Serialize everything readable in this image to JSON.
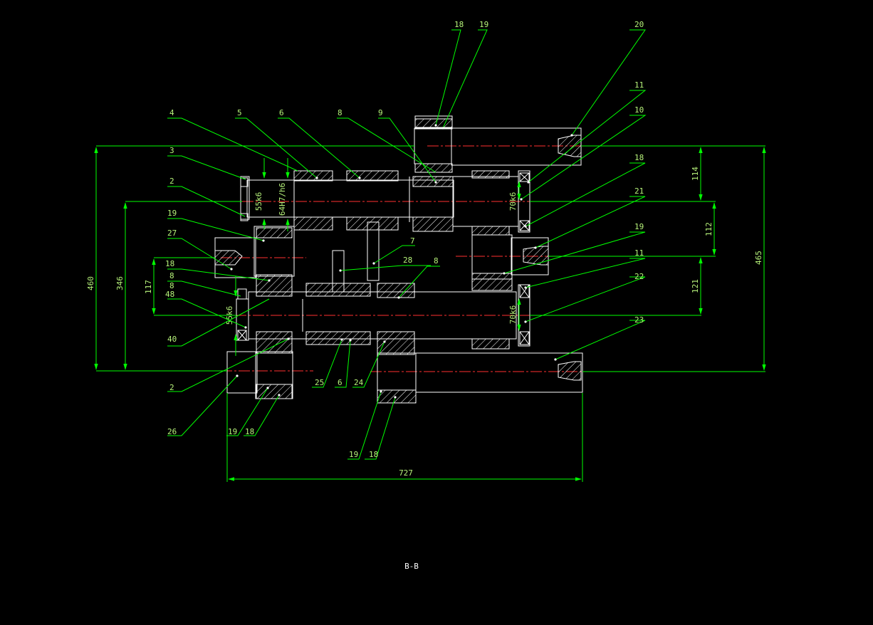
{
  "colors": {
    "background": "#000000",
    "outline": "#ffffff",
    "leader": "#00ff00",
    "centerline": "#ff0000",
    "label_text": "#b6f27a"
  },
  "view_caption": "B-B",
  "part_labels": {
    "p18a": "18",
    "p19a": "19",
    "p20": "20",
    "p11a": "11",
    "p10": "10",
    "p18b": "18",
    "p21": "21",
    "p19b": "19",
    "p11b": "11",
    "p22": "22",
    "p23": "23",
    "p4": "4",
    "p5": "5",
    "p6a": "6",
    "p8a": "8",
    "p9": "9",
    "p3": "3",
    "p2a": "2",
    "p19c": "19",
    "p27": "27",
    "p18c": "18",
    "p8b": "8",
    "p8c": "8",
    "p48": "48",
    "p40": "40",
    "p2b": "2",
    "p26": "26",
    "p19d": "19",
    "p18d": "18",
    "p25": "25",
    "p6b": "6",
    "p24": "24",
    "p19e": "19",
    "p18e": "18",
    "p7": "7",
    "p28": "28",
    "p8d": "8"
  },
  "dimensions": {
    "d460": "460",
    "d346": "346",
    "d117": "117",
    "d114": "114",
    "d112": "112",
    "d121": "121",
    "d465": "465",
    "d727": "727",
    "fit_55a": "55k6",
    "fit_64": "64H7/h6",
    "fit_70a": "70k6",
    "fit_55b": "55k6",
    "fit_70b": "70k6"
  }
}
